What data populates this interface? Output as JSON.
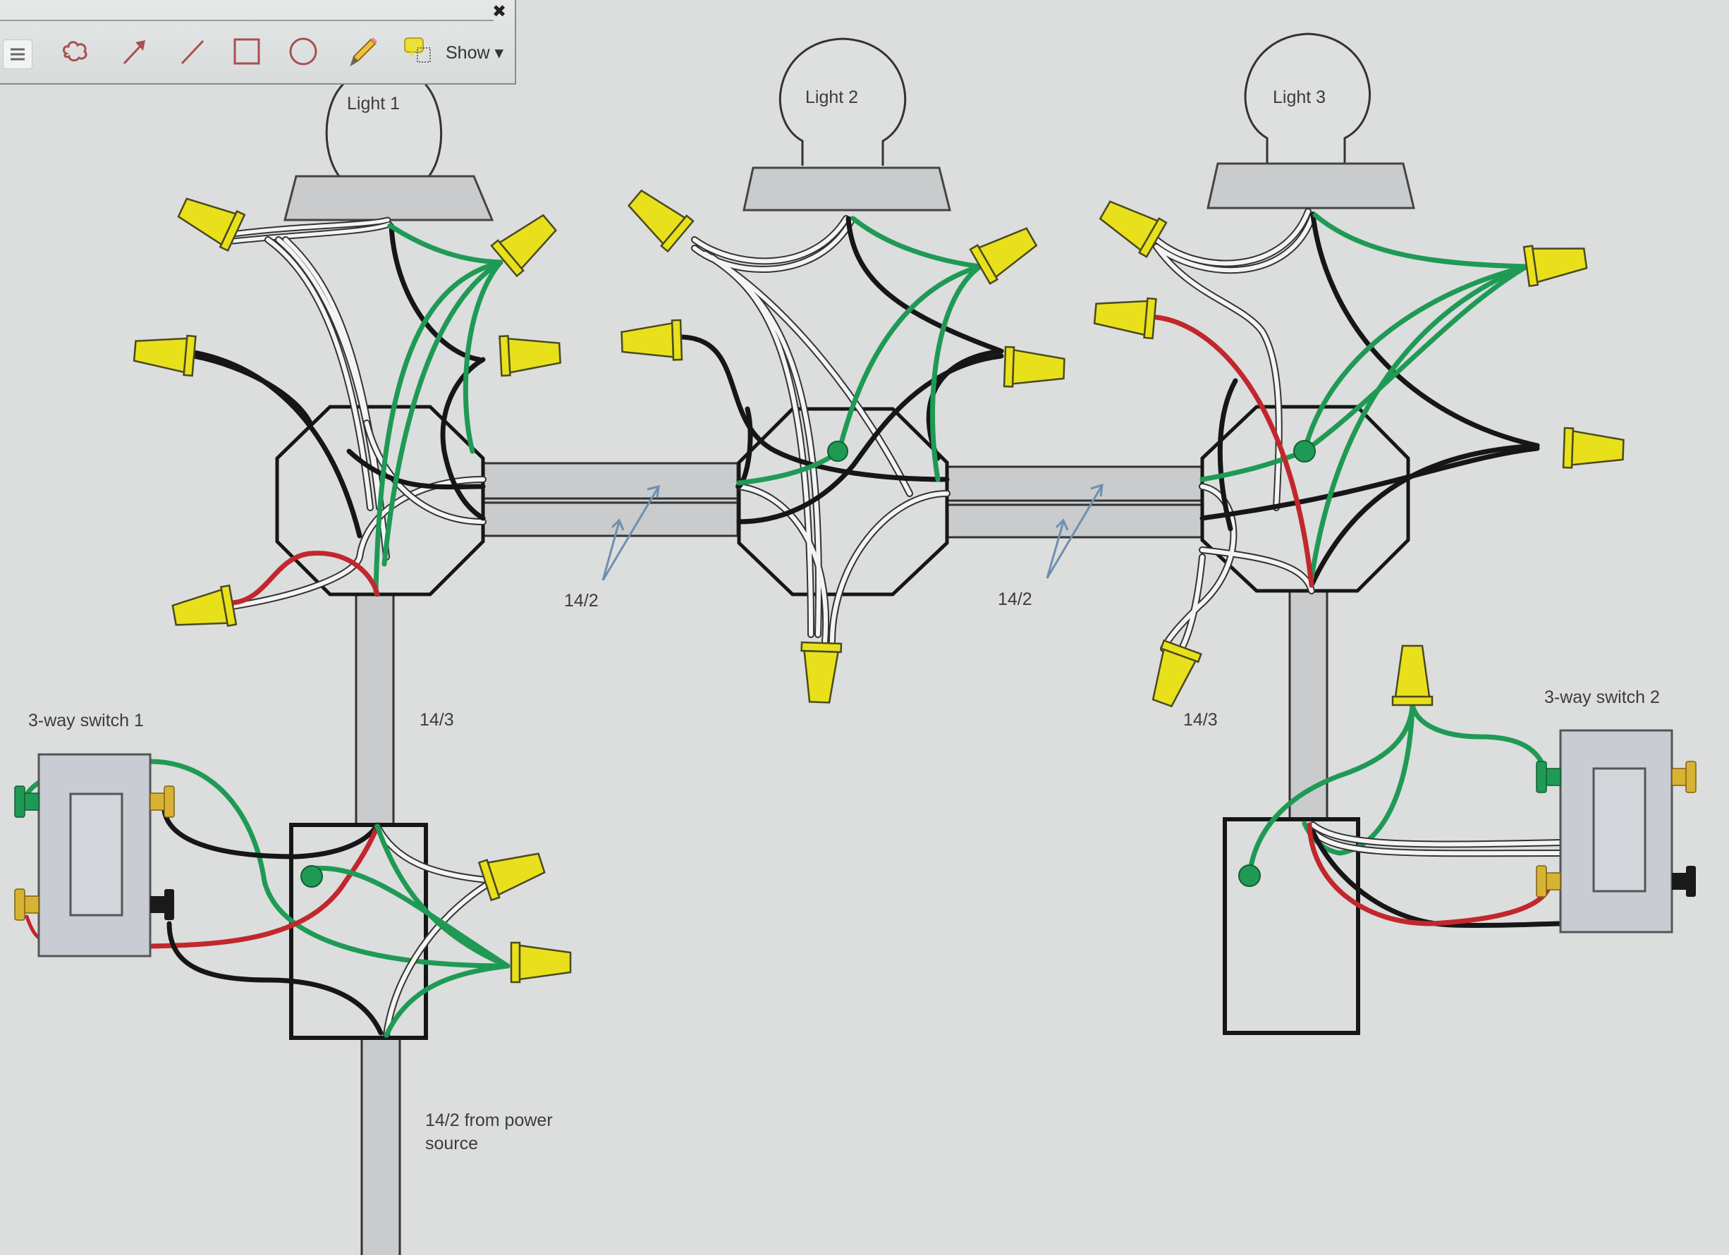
{
  "toolbar": {
    "close_label": "✖",
    "show_label": "Show ▾",
    "tools": [
      {
        "name": "menu-icon"
      },
      {
        "name": "cloud-icon"
      },
      {
        "name": "arrow-icon"
      },
      {
        "name": "line-icon"
      },
      {
        "name": "rectangle-icon"
      },
      {
        "name": "ellipse-icon"
      },
      {
        "name": "pencil-icon"
      },
      {
        "name": "callout-icon"
      }
    ]
  },
  "diagram": {
    "lights": [
      {
        "label": "Light 1"
      },
      {
        "label": "Light 2"
      },
      {
        "label": "Light 3"
      }
    ],
    "cables": {
      "between_1_2": "14/2",
      "between_2_3": "14/2",
      "left_riser": "14/3",
      "right_riser": "14/3",
      "power_line1": "14/2 from power",
      "power_line2": "source"
    },
    "switches": [
      {
        "label": "3-way switch 1"
      },
      {
        "label": "3-way switch 2"
      }
    ],
    "colors": {
      "background": "#dcdddd",
      "hot_black": "#161616",
      "traveler_red": "#c1272d",
      "ground_green": "#1f9a55",
      "neutral_white": "#f4f4f4",
      "wire_nut_yellow": "#e9e01c",
      "brass_screw": "#d8b233",
      "cable_grey": "#c9cbcc",
      "annotation_blue": "#6f8fae"
    }
  }
}
